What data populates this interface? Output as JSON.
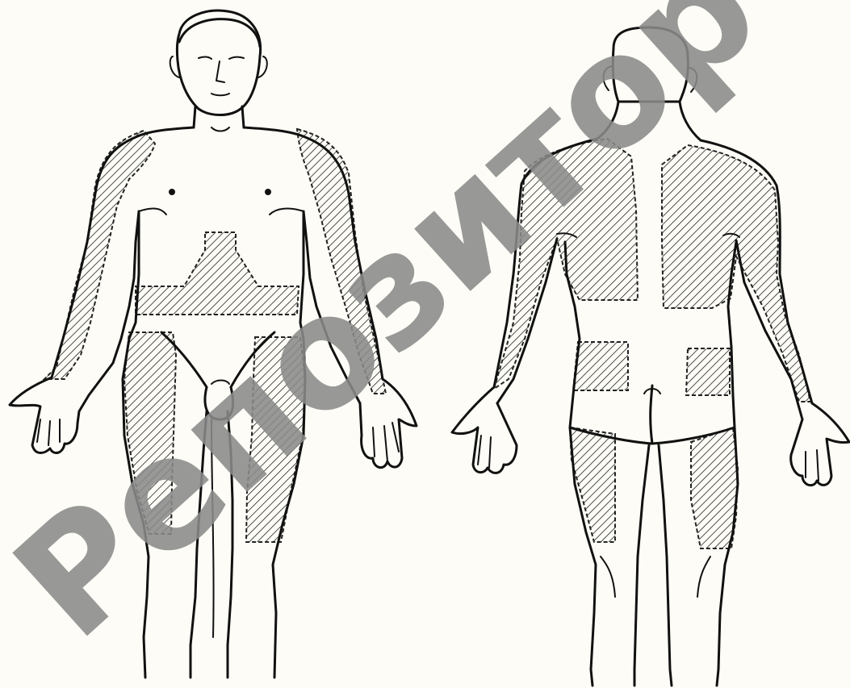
{
  "figure": {
    "views": [
      "front",
      "back"
    ],
    "zone_pattern": "diagonal-hatch",
    "ink_color": "#111111",
    "paper_color": "#fdfcf6"
  },
  "watermark": {
    "text": "Репозитор",
    "color": "#8a8a8a"
  }
}
